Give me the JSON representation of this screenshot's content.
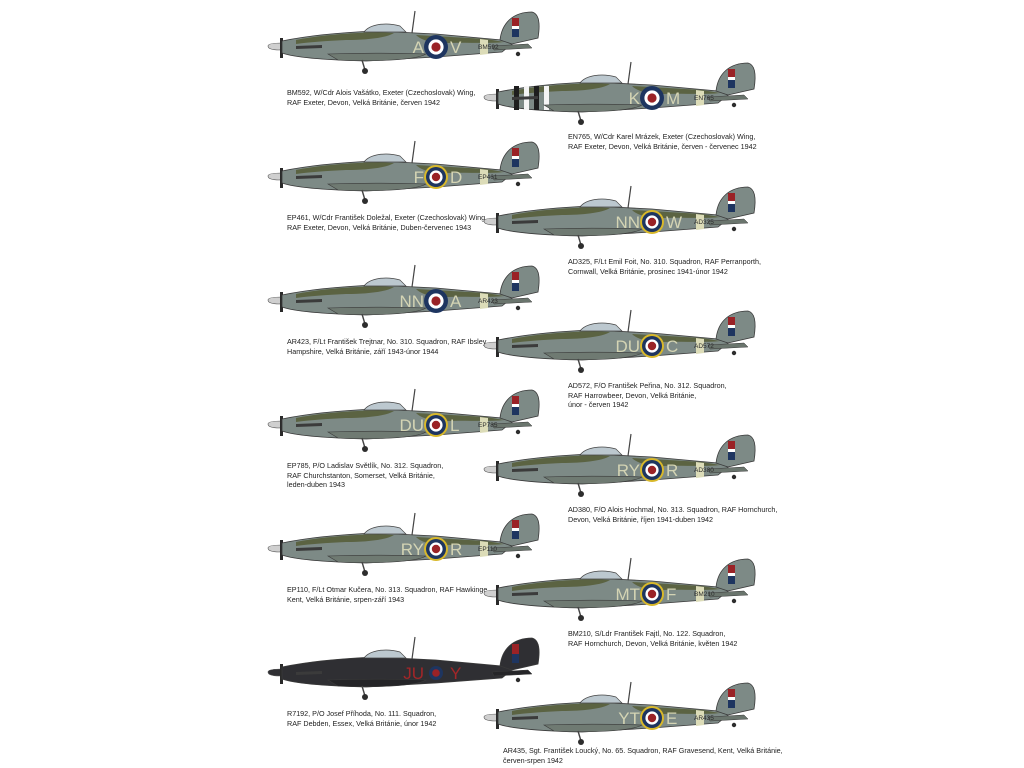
{
  "colors": {
    "background": "#ffffff",
    "caption_text": "#222222",
    "ocean_grey": "#7d8a86",
    "dark_green": "#5b6342",
    "sky": "#dcdcb8",
    "night": "#2f2f33",
    "roundel_blue": "#1e3560",
    "roundel_yellow": "#d8b82a",
    "roundel_red": "#9a2226",
    "code_light": "#d4d4b4",
    "code_red": "#a32628"
  },
  "aircraft": [
    {
      "codes": [
        "A",
        "V"
      ],
      "serial": "BM592",
      "roundel": "bluered",
      "scheme": "day",
      "caption": [
        "BM592, W/Cdr Alois Vašátko, Exeter (Czechoslovak) Wing,",
        "RAF Exeter, Devon, Velká Británie, červen 1942"
      ]
    },
    {
      "codes": [
        "K",
        "M"
      ],
      "serial": "EN765",
      "roundel": "bluered",
      "scheme": "day",
      "stripes": true,
      "caption": [
        "EN765, W/Cdr Karel Mrázek, Exeter (Czechoslovak) Wing,",
        "RAF Exeter, Devon, Velká Británie, červen - červenec 1942"
      ]
    },
    {
      "codes": [
        "F",
        "D"
      ],
      "serial": "EP461",
      "roundel": "yellow",
      "scheme": "day",
      "caption": [
        "EP461, W/Cdr František Doležal, Exeter (Czechoslovak) Wing,",
        "RAF Exeter, Devon, Velká Británie, Duben-červenec 1943"
      ]
    },
    {
      "codes": [
        "NN",
        "W"
      ],
      "serial": "AD325",
      "roundel": "yellow",
      "scheme": "day",
      "caption": [
        "AD325, F/Lt Emil Foit, No. 310. Squadron, RAF Perranporth,",
        "Cornwall, Velká Británie, prosinec 1941-únor 1942"
      ]
    },
    {
      "codes": [
        "NN",
        "A"
      ],
      "serial": "AR423",
      "roundel": "bluered",
      "scheme": "day",
      "caption": [
        "AR423, F/Lt František Trejtnar, No. 310. Squadron, RAF Ibsley,",
        "Hampshire, Velká Británie, září 1943-únor 1944"
      ]
    },
    {
      "codes": [
        "DU",
        "C"
      ],
      "serial": "AD572",
      "roundel": "yellow",
      "scheme": "day",
      "caption": [
        "AD572, F/O František Peřina, No. 312. Squadron,",
        "RAF Harrowbeer, Devon, Velká Británie,",
        "únor - červen 1942"
      ]
    },
    {
      "codes": [
        "DU",
        "L"
      ],
      "serial": "EP785",
      "roundel": "yellow",
      "scheme": "day",
      "caption": [
        "EP785, P/O Ladislav Světlík, No. 312. Squadron,",
        "RAF Churchstanton, Somerset, Velká Británie,",
        "leden-duben 1943"
      ]
    },
    {
      "codes": [
        "RY",
        "R"
      ],
      "serial": "AD380",
      "roundel": "yellow",
      "scheme": "day",
      "caption": [
        "AD380, F/O Alois Hochmal, No. 313. Squadron, RAF Hornchurch,",
        "Devon, Velká Británie, říjen 1941-duben 1942"
      ]
    },
    {
      "codes": [
        "RY",
        "R"
      ],
      "serial": "EP110",
      "roundel": "yellow",
      "scheme": "day",
      "caption": [
        "EP110, F/Lt Otmar Kučera, No. 313. Squadron, RAF Hawkinge,",
        "Kent, Velká Británie, srpen-září 1943"
      ]
    },
    {
      "codes": [
        "MT",
        "F"
      ],
      "serial": "BM210",
      "roundel": "yellow",
      "scheme": "day",
      "caption": [
        "BM210, S/Ldr František Fajtl, No. 122. Squadron,",
        "RAF Hornchurch, Devon, Velká Británie, květen 1942"
      ]
    },
    {
      "codes": [
        "JU",
        "Y"
      ],
      "serial": "",
      "roundel": "night",
      "scheme": "night",
      "caption": [
        "R7192, P/O Josef Příhoda, No. 111. Squadron,",
        "RAF Debden, Essex, Velká Británie, únor 1942"
      ]
    },
    {
      "codes": [
        "YT",
        "E"
      ],
      "serial": "AR435",
      "roundel": "yellow",
      "scheme": "day",
      "caption": [
        "AR435, Sgt. František Loucký, No. 65. Squadron, RAF Gravesend, Kent, Velká Británie,",
        "červen-srpen 1942"
      ]
    }
  ]
}
